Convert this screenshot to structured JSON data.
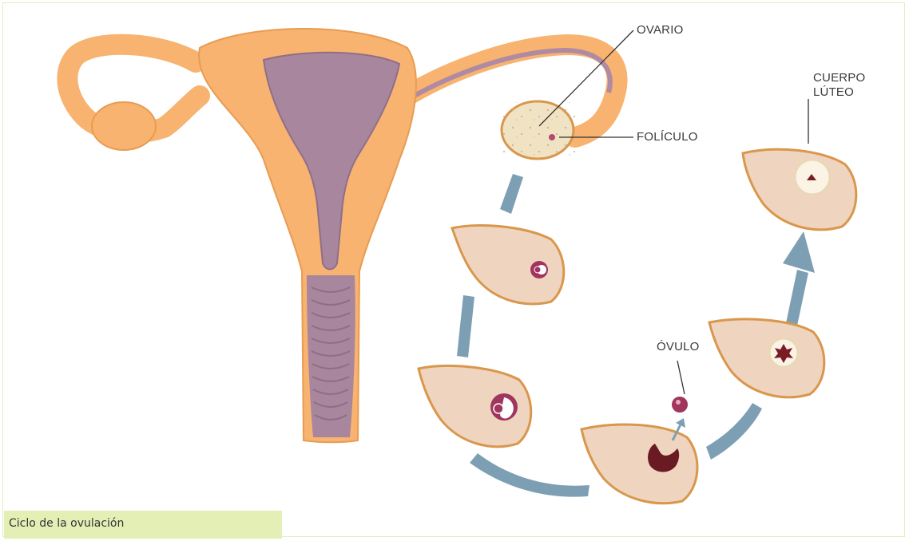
{
  "labels": {
    "ovario": "OVARIO",
    "foliculo": "FOLÍCULO",
    "cuerpo_luteo": "CUERPO\nLÚTEO",
    "ovulo": "ÓVULO"
  },
  "caption": "Ciclo de la ovulación",
  "colors": {
    "tissue": "#f7b36f",
    "tissue_stroke": "#e89c52",
    "cavity": "#a8869e",
    "ovary_fill": "#f0d6c2",
    "ovary_stroke": "#d9974c",
    "arrow": "#7d9fb4",
    "follicle": "#a0355e",
    "caption_bg": "#e3efb5"
  }
}
